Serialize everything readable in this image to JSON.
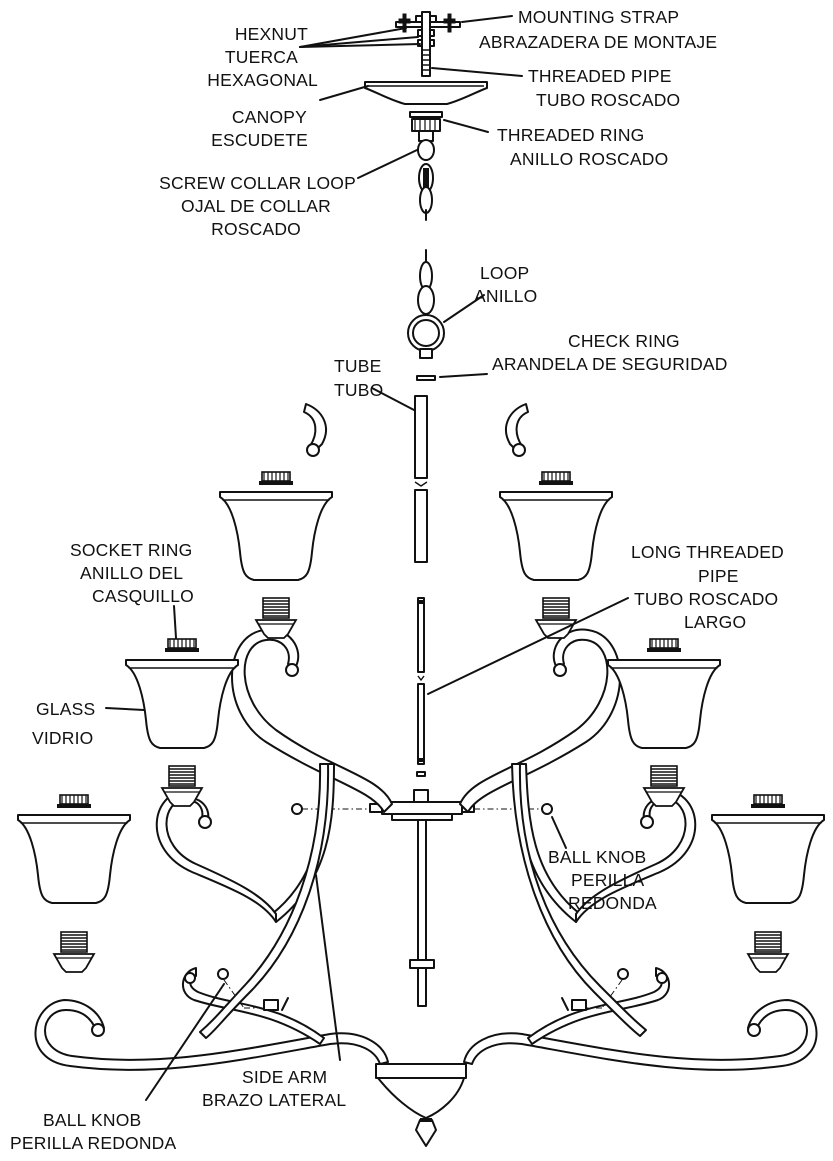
{
  "labels": {
    "mounting_strap": [
      "MOUNTING STRAP",
      "ABRAZADERA DE MONTAJE"
    ],
    "hexnut": [
      "HEXNUT",
      "TUERCA",
      "HEXAGONAL"
    ],
    "threaded_pipe": [
      "THREADED PIPE",
      "TUBO ROSCADO"
    ],
    "canopy": [
      "CANOPY",
      "ESCUDETE"
    ],
    "threaded_ring": [
      "THREADED RING",
      "ANILLO ROSCADO"
    ],
    "screw_collar_loop": [
      "SCREW COLLAR LOOP",
      "OJAL DE COLLAR",
      "ROSCADO"
    ],
    "loop": [
      "LOOP",
      "ANILLO"
    ],
    "check_ring": [
      "CHECK RING",
      "ARANDELA DE SEGURIDAD"
    ],
    "tube": [
      "TUBE",
      "TUBO"
    ],
    "long_threaded_pipe": [
      "LONG THREADED",
      "PIPE",
      "TUBO ROSCADO",
      "LARGO"
    ],
    "socket_ring": [
      "SOCKET RING",
      "ANILLO DEL",
      "CASQUILLO"
    ],
    "glass": [
      "GLASS",
      "VIDRIO"
    ],
    "ball_knob_right": [
      "BALL KNOB",
      "PERILLA",
      "REDONDA"
    ],
    "side_arm": [
      "SIDE ARM",
      "BRAZO LATERAL"
    ],
    "ball_knob_left": [
      "BALL KNOB",
      "PERILLA REDONDA"
    ]
  }
}
